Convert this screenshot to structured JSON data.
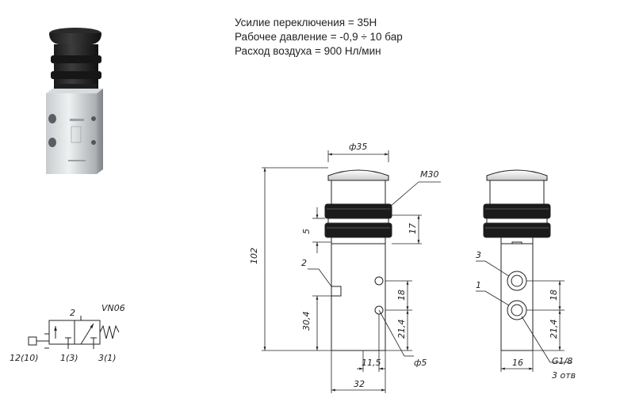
{
  "specs": {
    "force": "Усилие переключения = 35Н",
    "pressure": "Рабочее давление = -0,9 ÷ 10 бар",
    "flow": "Расход воздуха = 900 Нл/мин"
  },
  "schematic": {
    "model": "VN06",
    "port_2": "2",
    "port_12": "12(10)",
    "port_1": "1(3)",
    "port_3": "3(1)"
  },
  "front_view": {
    "d_cap": "ф35",
    "thread": "M30",
    "h_total": "102",
    "h_knurl": "17",
    "h_gap": "5",
    "h_base": "30,4",
    "v_18": "18",
    "v_214": "21,4",
    "w_115": "11,5",
    "w_32": "32",
    "d_hole": "ф5",
    "callout_2": "2"
  },
  "side_view": {
    "callout_3": "3",
    "callout_1": "1",
    "v_18": "18",
    "v_214": "21,4",
    "w_16": "16",
    "port_thread": "G1/8",
    "port_count": "3 отв"
  }
}
